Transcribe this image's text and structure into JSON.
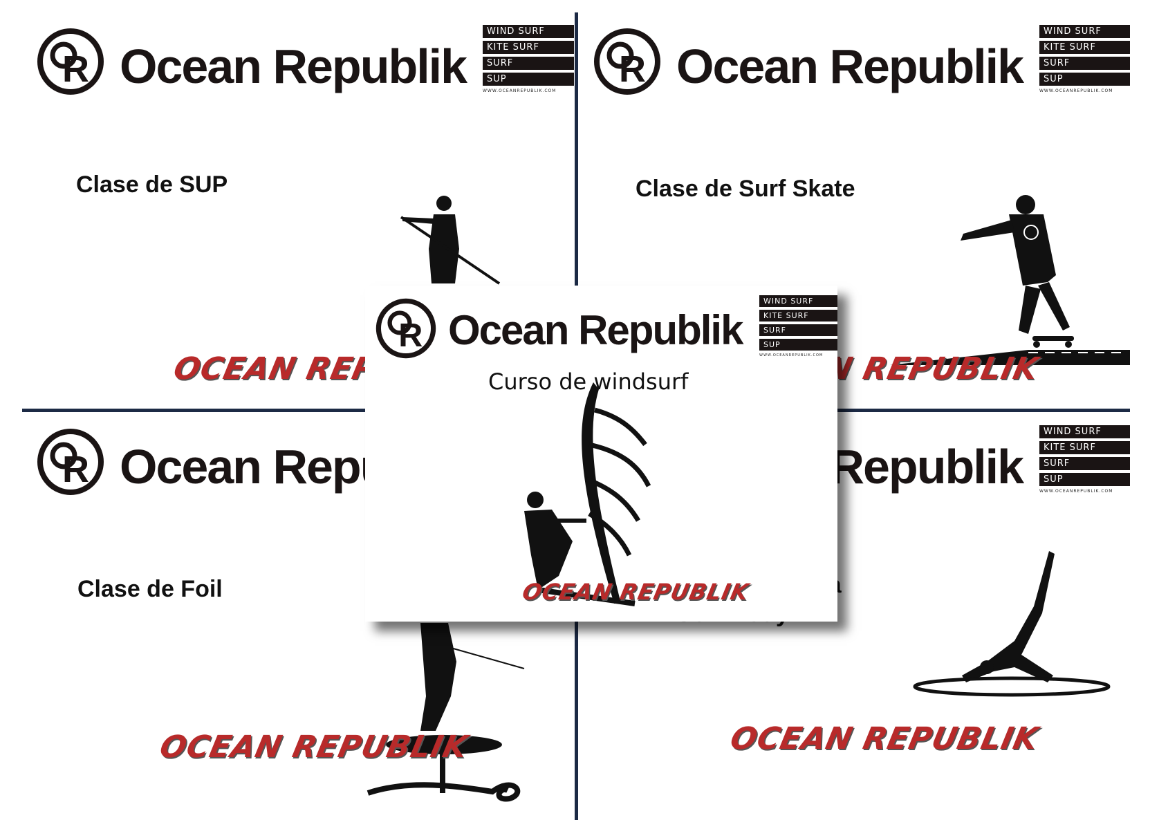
{
  "brand": {
    "name": "Ocean Republik",
    "monogram": "R",
    "menu": [
      "WIND SURF",
      "KITE SURF",
      "SURF",
      "SUP"
    ],
    "url": "WWW.OCEANREPUBLIK.COM",
    "script_logo": "OCEAN REPUBLIK"
  },
  "panels": {
    "sup": {
      "title": "Clase de SUP"
    },
    "surf_skate": {
      "title": "Clase de Surf Skate"
    },
    "foil": {
      "title": "Clase de Foil"
    },
    "yoga": {
      "title_fragment": "ga",
      "title_fragment_2": "SUP Body"
    }
  },
  "center": {
    "subtitle": "Curso de windsurf"
  },
  "colors": {
    "ink": "#1a1414",
    "script_red": "#b82a2a",
    "divider": "#1c2a45"
  }
}
